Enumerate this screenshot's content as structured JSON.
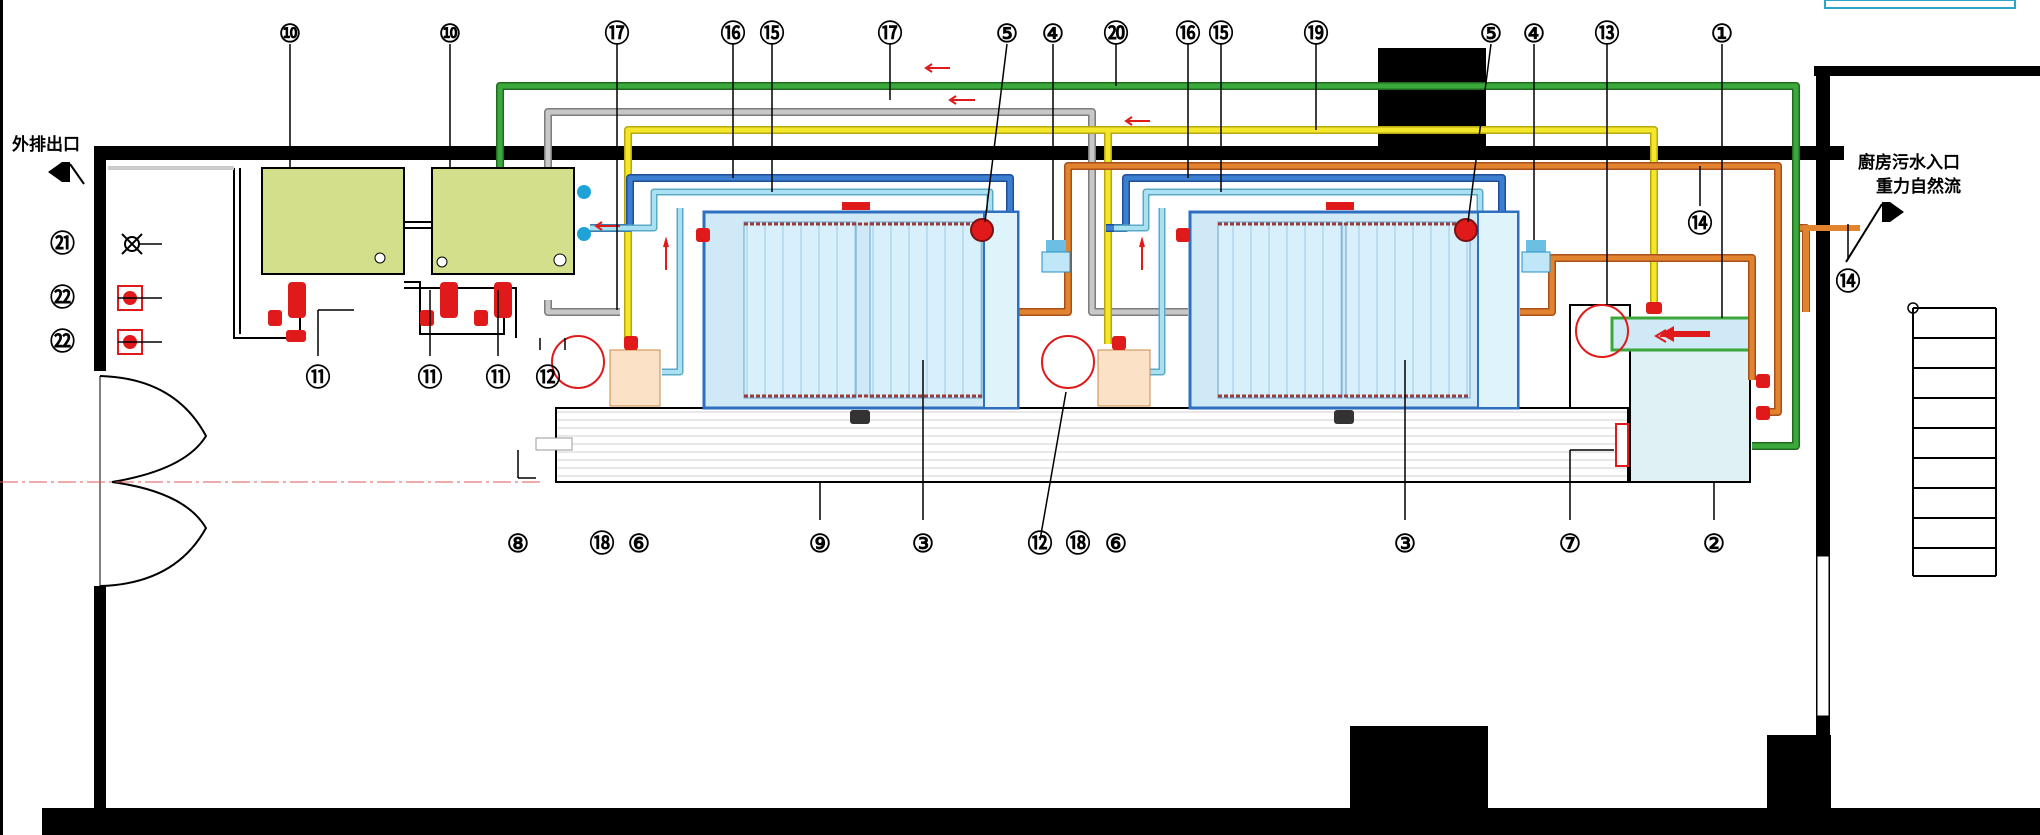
{
  "labels": {
    "outlet": "外排出口",
    "inlet_line1": "廚房污水入口",
    "inlet_line2": "重力自然流"
  },
  "callouts": {
    "c1": "①",
    "c2": "②",
    "c3": "③",
    "c4": "④",
    "c5": "⑤",
    "c6": "⑥",
    "c7": "⑦",
    "c8": "⑧",
    "c9": "⑨",
    "c10": "⑩",
    "c11": "⑪",
    "c12": "⑫",
    "c13": "⑬",
    "c14": "⑭",
    "c15": "⑮",
    "c16": "⑯",
    "c17": "⑰",
    "c18": "⑱",
    "c19": "⑲",
    "c20": "⑳",
    "c21": "㉑",
    "c22": "㉒"
  },
  "colors": {
    "wall": "#000000",
    "green_pipe": "#3aa83a",
    "gray_pipe": "#a8a8a8",
    "yellow_pipe": "#f0e21e",
    "orange_pipe": "#d9731c",
    "blue_pipe": "#2f6fc0",
    "lightblue_pipe": "#8fd3ea",
    "tank_fill": "#d8f0fb",
    "chem_tank": "#d3df8a",
    "pump_red": "#e01a1a",
    "arrow_red": "#e01a1a"
  }
}
